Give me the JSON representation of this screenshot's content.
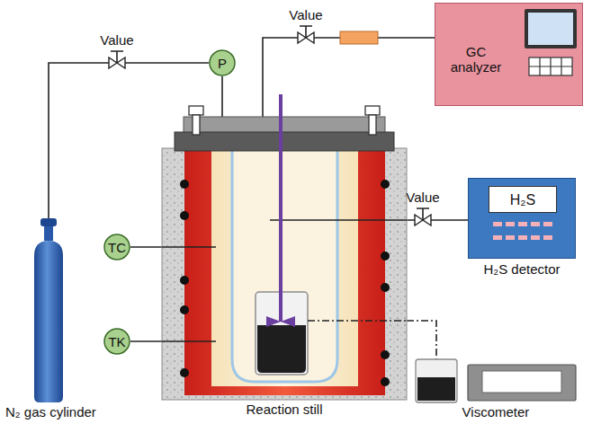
{
  "diagram": {
    "nodes": [
      {
        "text": [
          "P"
        ]
      },
      {
        "text": [
          "GC analyzer"
        ]
      },
      {
        "text": [
          "TC"
        ]
      },
      {
        "text": [
          "Reaction still"
        ]
      },
      {
        "text": [
          "H₂S detector"
        ]
      },
      {
        "text": [
          "H₂S"
        ],
        "in": 4
      },
      {
        "text": [
          "TK"
        ]
      },
      {
        "text": [
          "N₂ gas cylinder"
        ]
      },
      {
        "text": [
          "Viscometer"
        ]
      }
    ],
    "edges": [
      {
        "from": 7,
        "to": 0,
        "arrow": "none"
      },
      {
        "from": 0,
        "to": 3,
        "arrow": "none"
      },
      {
        "from": 3,
        "to": 1,
        "arrow": "none"
      },
      {
        "from": 2,
        "to": 3,
        "arrow": "none"
      },
      {
        "from": 6,
        "to": 3,
        "arrow": "none"
      },
      {
        "from": 3,
        "to": 4,
        "arrow": "none"
      },
      {
        "from": 3,
        "to": 8,
        "arrow": "none"
      }
    ],
    "labels": [
      "Value",
      "Value",
      "Value"
    ]
  }
}
